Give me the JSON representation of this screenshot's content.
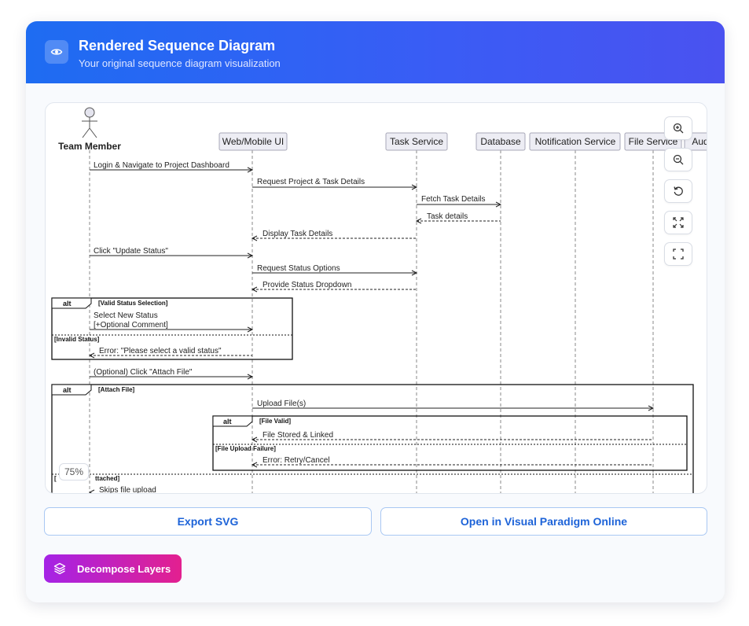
{
  "header": {
    "title": "Rendered Sequence Diagram",
    "subtitle": "Your original sequence diagram visualization",
    "icon": "eye-icon"
  },
  "diagram": {
    "participants": [
      "Team Member",
      "Web/Mobile UI",
      "Task Service",
      "Database",
      "Notification Service",
      "File Service",
      "Aud"
    ],
    "messages": [
      "Login & Navigate to Project Dashboard",
      "Request Project & Task Details",
      "Fetch Task Details",
      "Task details",
      "Display Task Details",
      "Click \"Update Status\"",
      "Request Status Options",
      "Provide Status Dropdown",
      "Select New Status",
      "[+Optional Comment]",
      "Error: \"Please select a valid status\"",
      "(Optional) Click \"Attach File\"",
      "Upload File(s)",
      "File Stored & Linked",
      "Error: Retry/Cancel",
      "Skips file upload"
    ],
    "fragments": {
      "alt_label": "alt",
      "valid_status": "[Valid Status Selection]",
      "invalid_status": "[Invalid Status]",
      "attach_file": "[Attach File]",
      "file_valid": "[File Valid]",
      "upload_failure": "[File Upload Failure]",
      "no_file": "[No File Attached]",
      "no_file_visible_tail": "ttached]",
      "no_file_visible_head": "["
    }
  },
  "controls": {
    "zoom_in": "zoom-in-icon",
    "zoom_out": "zoom-out-icon",
    "reset": "reset-icon",
    "fit": "fit-icon",
    "fullscreen": "fullscreen-icon",
    "zoom_level": "75%"
  },
  "actions": {
    "export_svg": "Export SVG",
    "open_vp": "Open in Visual Paradigm Online",
    "decompose": "Decompose Layers"
  }
}
